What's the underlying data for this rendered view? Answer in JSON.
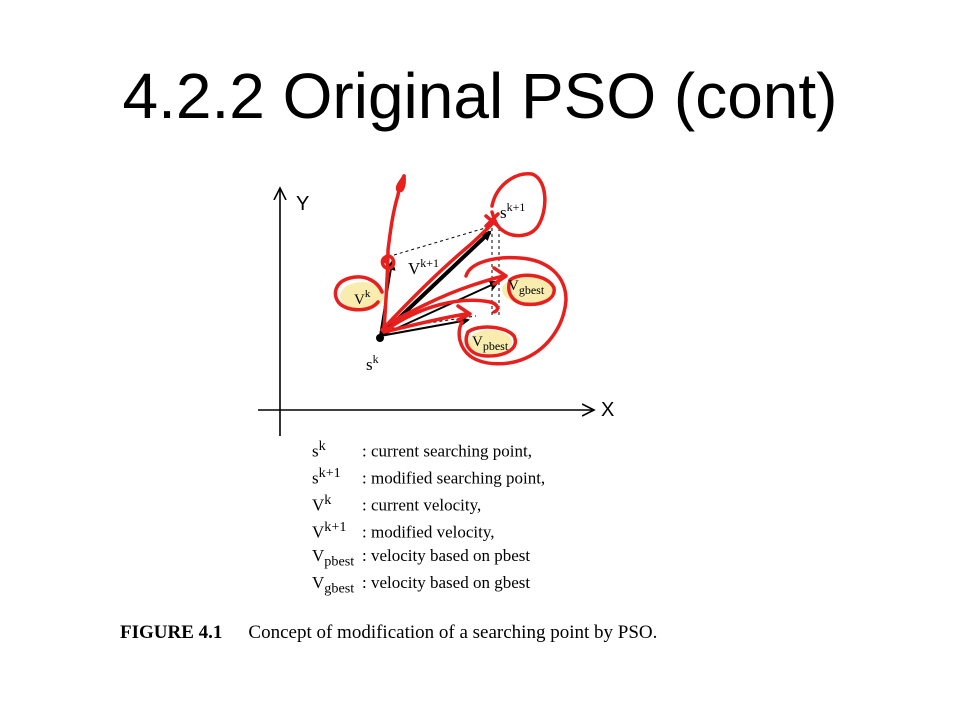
{
  "slide": {
    "title": "4.2.2 Original PSO (cont)"
  },
  "diagram": {
    "axis_y": "Y",
    "axis_x": "X",
    "labels": {
      "sk": "s",
      "sk_sup": "k",
      "sk1": "s",
      "sk1_sup": "k+1",
      "vk": "V",
      "vk_sup": "k",
      "vk1": "V",
      "vk1_sup": "k+1",
      "vgbest": "V",
      "vgbest_sub": "gbest",
      "vpbest": "V",
      "vpbest_sub": "pbest"
    },
    "annotation_color": "#e8201d",
    "highlight_color": "#f6e79a"
  },
  "legend": [
    {
      "sym": "s",
      "mod": "k",
      "mod_type": "sup",
      "text": ": current searching point,"
    },
    {
      "sym": "s",
      "mod": "k+1",
      "mod_type": "sup",
      "text": ": modified searching point,"
    },
    {
      "sym": "V",
      "mod": "k",
      "mod_type": "sup",
      "text": ": current velocity,"
    },
    {
      "sym": "V",
      "mod": "k+1",
      "mod_type": "sup",
      "text": ": modified velocity,"
    },
    {
      "sym": "V",
      "mod": "pbest",
      "mod_type": "sub",
      "text": ": velocity based on pbest"
    },
    {
      "sym": "V",
      "mod": "gbest",
      "mod_type": "sub",
      "text": ": velocity based on gbest"
    }
  ],
  "caption": {
    "label": "FIGURE 4.1",
    "text": "Concept of modification of a searching point by PSO."
  }
}
